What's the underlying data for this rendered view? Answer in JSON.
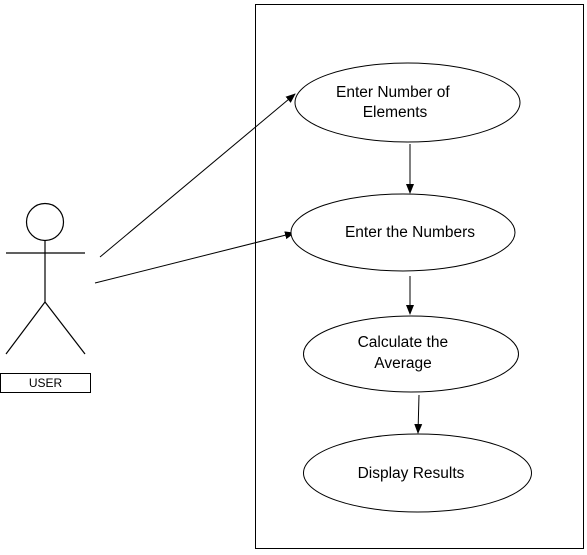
{
  "actor": {
    "label": "USER"
  },
  "use_cases": [
    {
      "lines": [
        "Enter Number of",
        "Elements"
      ]
    },
    {
      "lines": [
        "Enter the Numbers"
      ]
    },
    {
      "lines": [
        "Calculate the",
        "Average"
      ]
    },
    {
      "lines": [
        "Display Results"
      ]
    }
  ],
  "colors": {
    "stroke": "#000000",
    "fill": "#ffffff",
    "text": "#000000"
  }
}
